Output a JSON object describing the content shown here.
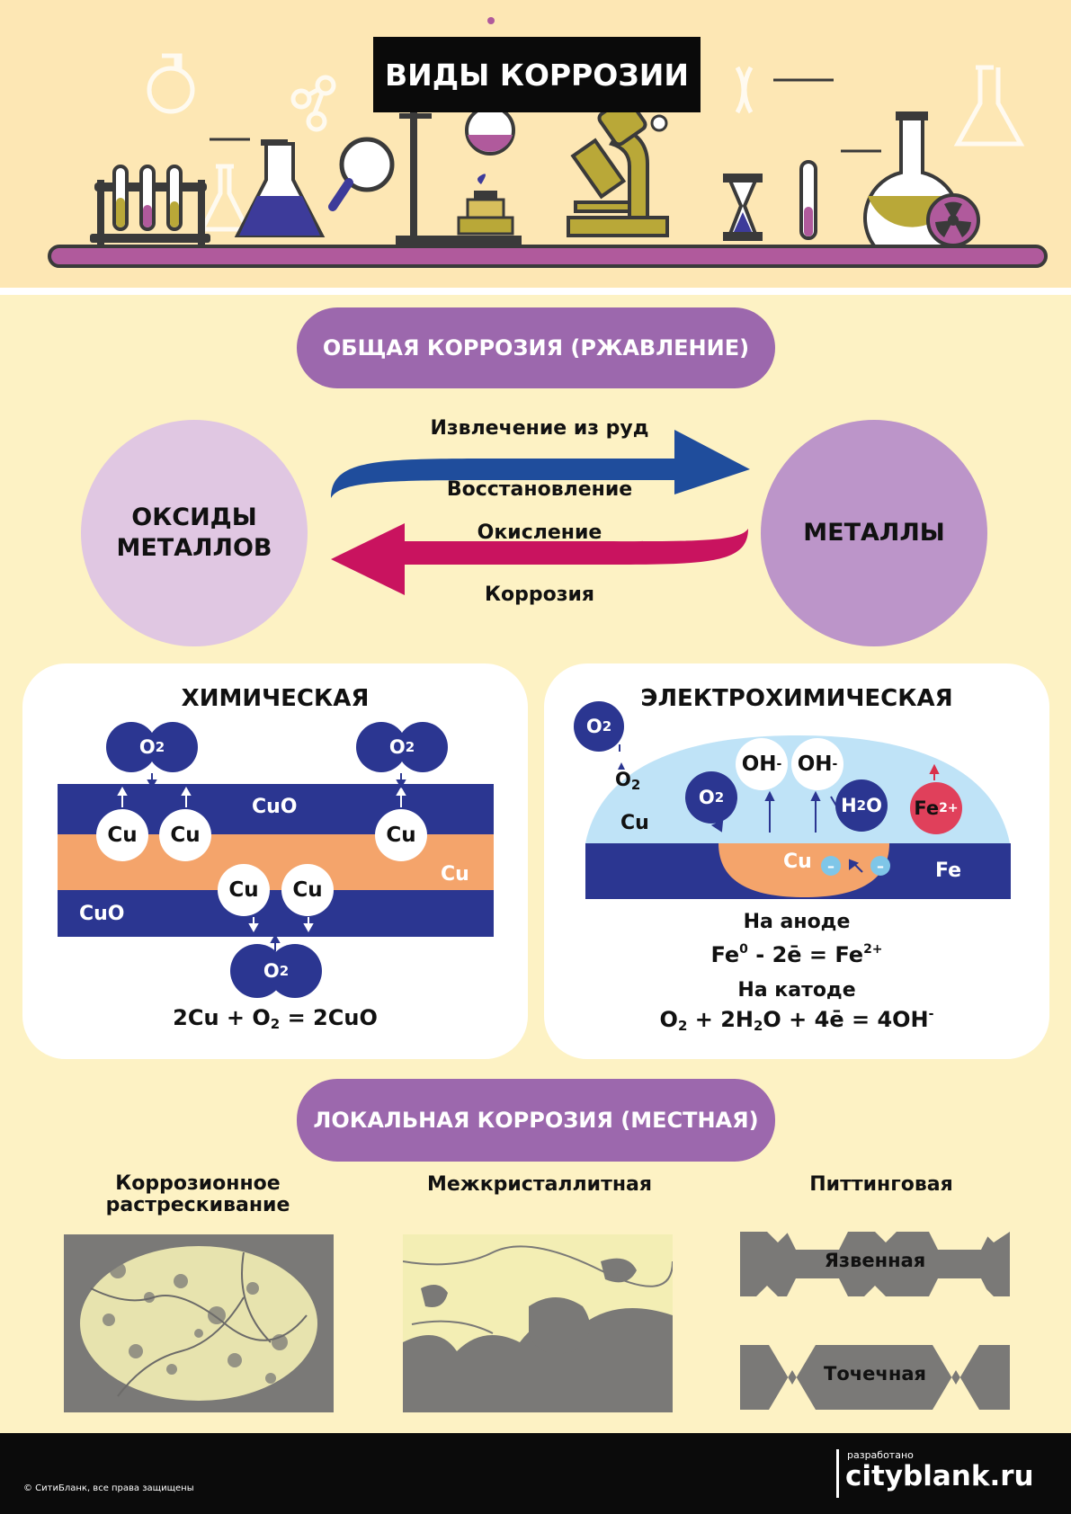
{
  "header": {
    "title": "ВИДЫ КОРРОЗИИ"
  },
  "general": {
    "heading": "ОБЩАЯ КОРРОЗИЯ (РЖАВЛЕНИЕ)",
    "left_circle": [
      "ОКСИДЫ",
      "МЕТАЛЛОВ"
    ],
    "right_circle": "МЕТАЛЛЫ",
    "arrow_top_above": "Извлечение из руд",
    "arrow_top_below": "Восстановление",
    "arrow_bottom_above": "Окисление",
    "arrow_bottom_below": "Коррозия"
  },
  "chemical": {
    "title": "ХИМИЧЕСКАЯ",
    "o2": "O",
    "o2_sub": "2",
    "cu": "Cu",
    "cuo": "CuO",
    "equation": {
      "a": "2Cu + O",
      "sub": "2",
      "b": " =  2CuO"
    }
  },
  "electrochemical": {
    "title": "ЭЛЕКТРОХИМИЧЕСКАЯ",
    "o2": "O",
    "o2_sub": "2",
    "oh": "OH",
    "oh_sup": "-",
    "h2o": {
      "a": "H",
      "sub": "2",
      "b": "O"
    },
    "fe_ion": {
      "a": "Fe",
      "sup": "2+"
    },
    "cu": "Cu",
    "fe": "Fe",
    "minus": "–",
    "anode_label": "На аноде",
    "anode_eq": {
      "a": "Fe",
      "sup1": "0",
      "b": " - 2ē = Fe",
      "sup2": "2+"
    },
    "cathode_label": "На катоде",
    "cathode_eq": {
      "a": "O",
      "sub1": "2",
      "b": " + 2H",
      "sub2": "2",
      "c": "O + 4ē  =  4OH",
      "sup": "-"
    }
  },
  "local": {
    "heading": "ЛОКАЛЬНАЯ КОРРОЗИЯ (МЕСТНАЯ)",
    "types": [
      {
        "label": [
          "Коррозионное",
          "растрескивание"
        ]
      },
      {
        "label": [
          "Межкристаллитная"
        ]
      },
      {
        "label": [
          "Питтинговая"
        ]
      }
    ],
    "pitting_ulcer": "Язвенная",
    "pitting_point": "Точечная"
  },
  "footer": {
    "copyright": "© СитиБланк, все права защищены",
    "dev_label": "разработано",
    "brand": "cityblank.ru"
  },
  "colors": {
    "header_bg": "#fde7b4",
    "page_bg": "#fdf2c4",
    "purple": "#9c68ad",
    "navy": "#2b3691",
    "orange": "#f4a46b",
    "light_blue": "#bfe3f7",
    "magenta": "#c9135f",
    "blue_arrow": "#1f4d9c",
    "grey": "#7a7977"
  }
}
